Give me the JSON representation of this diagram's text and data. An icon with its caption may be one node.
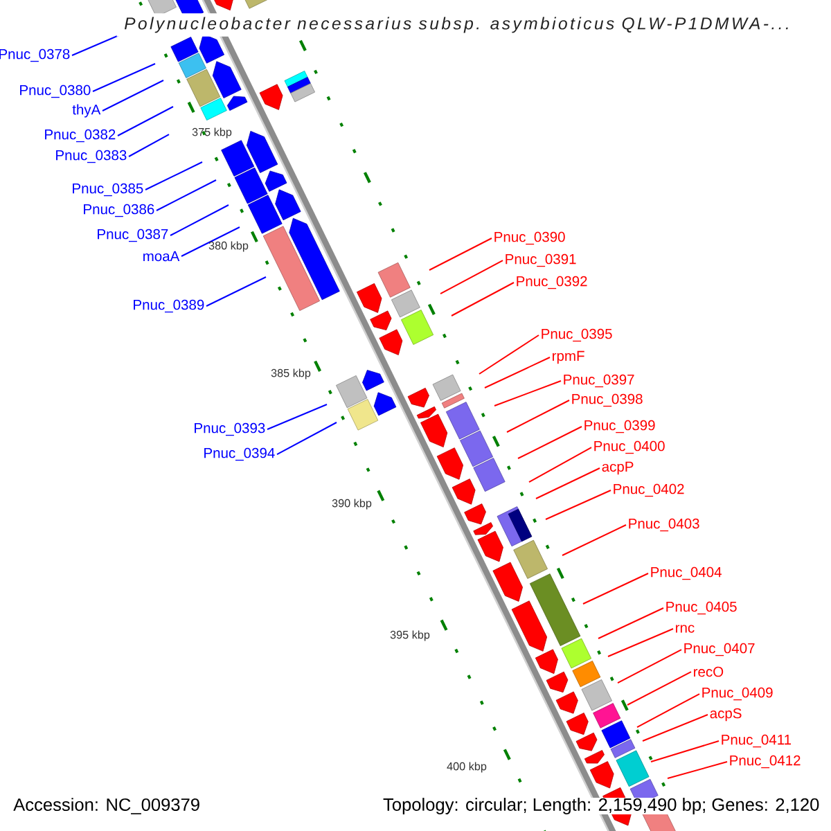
{
  "diagram": {
    "title": "Polynucleobacter necessarius subsp. asymbioticus QLW-P1DMWA-...",
    "nodes": [
      {
        "text": [
          "Pnuc_0378"
        ]
      },
      {
        "text": [
          "Pnuc_0380"
        ]
      },
      {
        "text": [
          "thyA"
        ]
      },
      {
        "text": [
          "Pnuc_0382"
        ]
      },
      {
        "text": [
          "Pnuc_0383"
        ]
      },
      {
        "text": [
          "Pnuc_0385"
        ]
      },
      {
        "text": [
          "Pnuc_0386"
        ]
      },
      {
        "text": [
          "Pnuc_0387"
        ]
      },
      {
        "text": [
          "moaA"
        ]
      },
      {
        "text": [
          "Pnuc_0389"
        ]
      },
      {
        "text": [
          "Pnuc_0393"
        ]
      },
      {
        "text": [
          "Pnuc_0394"
        ]
      },
      {
        "text": [
          "Pnuc_0390"
        ]
      },
      {
        "text": [
          "Pnuc_0391"
        ]
      },
      {
        "text": [
          "Pnuc_0392"
        ]
      },
      {
        "text": [
          "Pnuc_0395"
        ]
      },
      {
        "text": [
          "rpmF"
        ]
      },
      {
        "text": [
          "Pnuc_0397"
        ]
      },
      {
        "text": [
          "Pnuc_0398"
        ]
      },
      {
        "text": [
          "Pnuc_0399"
        ]
      },
      {
        "text": [
          "Pnuc_0400"
        ]
      },
      {
        "text": [
          "acpP"
        ]
      },
      {
        "text": [
          "Pnuc_0402"
        ]
      },
      {
        "text": [
          "Pnuc_0403"
        ]
      },
      {
        "text": [
          "Pnuc_0404"
        ]
      },
      {
        "text": [
          "Pnuc_0405"
        ]
      },
      {
        "text": [
          "rnc"
        ]
      },
      {
        "text": [
          "Pnuc_0407"
        ]
      },
      {
        "text": [
          "recO"
        ]
      },
      {
        "text": [
          "Pnuc_0409"
        ]
      },
      {
        "text": [
          "acpS"
        ]
      },
      {
        "text": [
          "Pnuc_0411"
        ]
      },
      {
        "text": [
          "Pnuc_0412"
        ]
      }
    ],
    "edges": [
      {
        "from": 0,
        "to": null,
        "arrow": "none",
        "color": "#0000ff"
      },
      {
        "from": 1,
        "to": null,
        "arrow": "none",
        "color": "#0000ff"
      },
      {
        "from": 2,
        "to": null,
        "arrow": "none",
        "color": "#0000ff"
      },
      {
        "from": 3,
        "to": null,
        "arrow": "none",
        "color": "#0000ff"
      },
      {
        "from": 4,
        "to": null,
        "arrow": "none",
        "color": "#0000ff"
      },
      {
        "from": 5,
        "to": null,
        "arrow": "none",
        "color": "#0000ff"
      },
      {
        "from": 6,
        "to": null,
        "arrow": "none",
        "color": "#0000ff"
      },
      {
        "from": 7,
        "to": null,
        "arrow": "none",
        "color": "#0000ff"
      },
      {
        "from": 8,
        "to": null,
        "arrow": "none",
        "color": "#0000ff"
      },
      {
        "from": 9,
        "to": null,
        "arrow": "none",
        "color": "#0000ff"
      },
      {
        "from": 10,
        "to": null,
        "arrow": "none",
        "color": "#0000ff"
      },
      {
        "from": 11,
        "to": null,
        "arrow": "none",
        "color": "#0000ff"
      },
      {
        "from": 12,
        "to": null,
        "arrow": "none"
      },
      {
        "from": 13,
        "to": null,
        "arrow": "none"
      },
      {
        "from": 14,
        "to": null,
        "arrow": "none"
      },
      {
        "from": 15,
        "to": null,
        "arrow": "none"
      },
      {
        "from": 16,
        "to": null,
        "arrow": "none"
      },
      {
        "from": 17,
        "to": null,
        "arrow": "none"
      },
      {
        "from": 18,
        "to": null,
        "arrow": "none"
      },
      {
        "from": 19,
        "to": null,
        "arrow": "none"
      },
      {
        "from": 20,
        "to": null,
        "arrow": "none"
      },
      {
        "from": 21,
        "to": null,
        "arrow": "none"
      },
      {
        "from": 22,
        "to": null,
        "arrow": "none"
      },
      {
        "from": 23,
        "to": null,
        "arrow": "none"
      },
      {
        "from": 24,
        "to": null,
        "arrow": "none"
      },
      {
        "from": 25,
        "to": null,
        "arrow": "none"
      },
      {
        "from": 26,
        "to": null,
        "arrow": "none"
      },
      {
        "from": 27,
        "to": null,
        "arrow": "none"
      },
      {
        "from": 28,
        "to": null,
        "arrow": "none"
      },
      {
        "from": 29,
        "to": null,
        "arrow": "none"
      },
      {
        "from": 30,
        "to": null,
        "arrow": "none"
      },
      {
        "from": 31,
        "to": null,
        "arrow": "none"
      },
      {
        "from": 32,
        "to": null,
        "arrow": "none"
      }
    ],
    "labels": [
      "375 kbp",
      "380 kbp",
      "385 kbp",
      "390 kbp",
      "395 kbp",
      "400 kbp",
      "Accession: NC_009379",
      "Topology: circular; Length: 2,159,490 bp; Genes: 2,120"
    ]
  }
}
